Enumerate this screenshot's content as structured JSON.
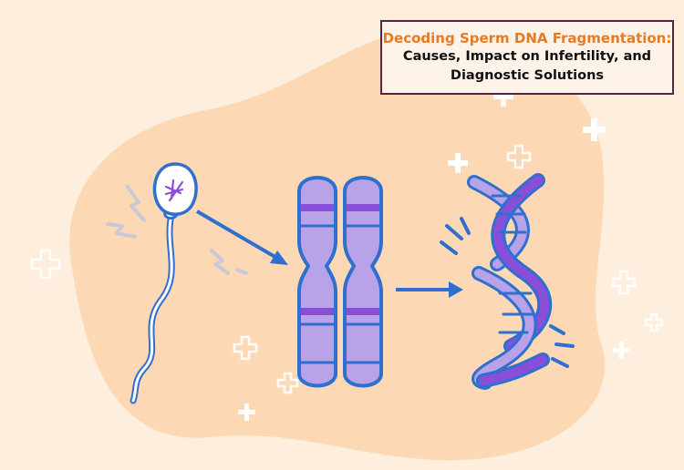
{
  "title": {
    "line1": "Decoding Sperm DNA Fragmentation:",
    "line2": "Causes, Impact on Infertility, and",
    "line3": "Diagnostic Solutions"
  },
  "colors": {
    "background": "#fdeedd",
    "blob": "#fcd9b4",
    "accent_blue": "#2f6fd0",
    "chromosome_fill": "#b9a3e8",
    "chromosome_band": "#8a4fd9",
    "title_orange": "#e57c23",
    "title_border": "#5a2248"
  },
  "icons": [
    "sperm-icon",
    "chromosome-icon",
    "dna-helix-icon",
    "arrow-icon",
    "plus-sparkle-icon",
    "lightning-icon"
  ]
}
